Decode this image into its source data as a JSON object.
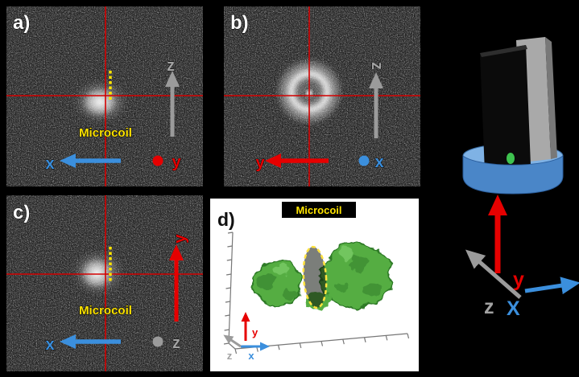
{
  "panels": {
    "a": {
      "label": "a)",
      "coil_label": "Microcoil",
      "axis_x": "x",
      "axis_y": "y",
      "axis_z": "z"
    },
    "b": {
      "label": "b)",
      "axis_x": "x",
      "axis_y": "y",
      "axis_z": "z"
    },
    "c": {
      "label": "c)",
      "coil_label": "Microcoil",
      "axis_x": "x",
      "axis_y": "y",
      "axis_z": "z"
    },
    "d": {
      "label": "d)",
      "coil_label": "Microcoil",
      "axis_x": "x",
      "axis_y": "y",
      "axis_z": "z"
    }
  },
  "inset": {
    "axis_x": "X",
    "axis_y": "y",
    "axis_z": "z"
  },
  "colors": {
    "background": "#000000",
    "crosshair_red": "#d40000",
    "axis_red": "#e60000",
    "axis_blue": "#3b8fdd",
    "axis_gray": "#9b9b9b",
    "coil_yellow": "#ffe400",
    "isosurface_green": "#54ad43",
    "dish_blue": "#4a86c8"
  }
}
